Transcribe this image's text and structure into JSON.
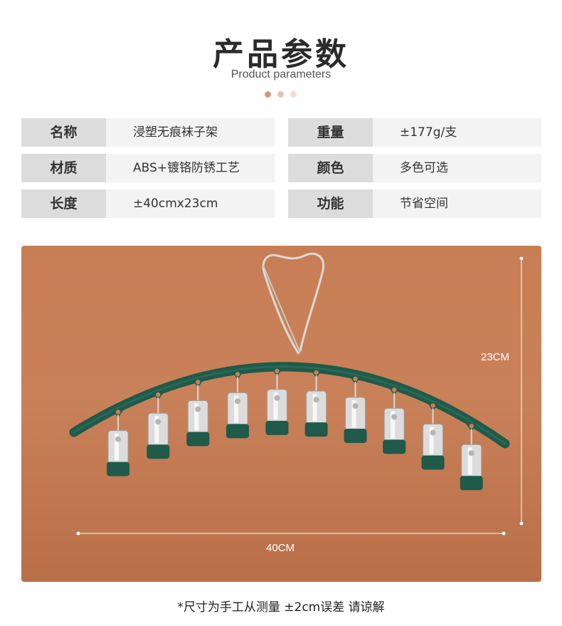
{
  "header": {
    "title": "产品参数",
    "subtitle": "Product parameters",
    "dot_colors": [
      "#d7967a",
      "#e8c2b1",
      "#f1dfd7"
    ]
  },
  "params": [
    {
      "label": "名称",
      "value": "浸塑无痕袜子架"
    },
    {
      "label": "重量",
      "value": "±177g/支"
    },
    {
      "label": "材质",
      "value": "ABS+镀铬防锈工艺"
    },
    {
      "label": "颜色",
      "value": "多色可选"
    },
    {
      "label": "长度",
      "value": "±40cmx23cm"
    },
    {
      "label": "功能",
      "value": "节省空间"
    }
  ],
  "photo": {
    "background_color": "#c87e55",
    "hanger_color": "#1f5a4a",
    "height_label": "23CM",
    "width_label": "40CM",
    "clip_count": 10
  },
  "footnote": "*尺寸为手工从测量 ±2cm误差 请谅解"
}
